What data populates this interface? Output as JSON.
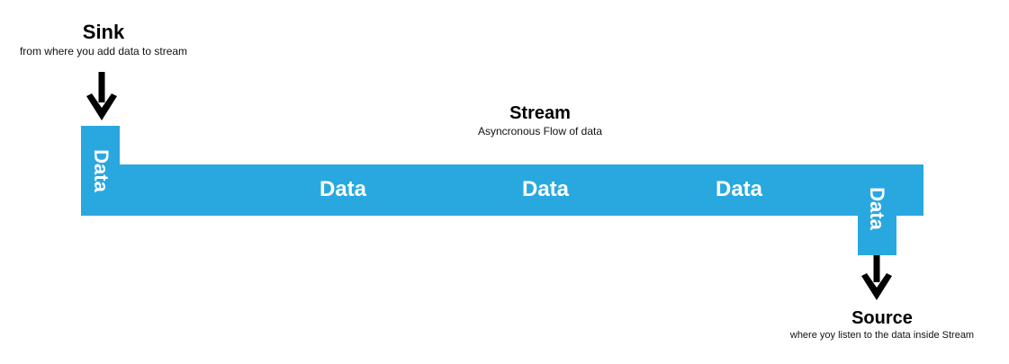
{
  "sink": {
    "title": "Sink",
    "caption": "from where you add data to stream"
  },
  "stream": {
    "title": "Stream",
    "caption": "Asyncronous Flow of data"
  },
  "source": {
    "title": "Source",
    "caption": "where yoy listen to the data inside Stream"
  },
  "pipe": {
    "color": "#29a8e0",
    "inlet_label": "Data",
    "items": [
      "Data",
      "Data",
      "Data"
    ],
    "outlet_label": "Data"
  },
  "arrows": {
    "inlet_icon": "arrow-down-icon",
    "outlet_icon": "arrow-down-icon"
  }
}
